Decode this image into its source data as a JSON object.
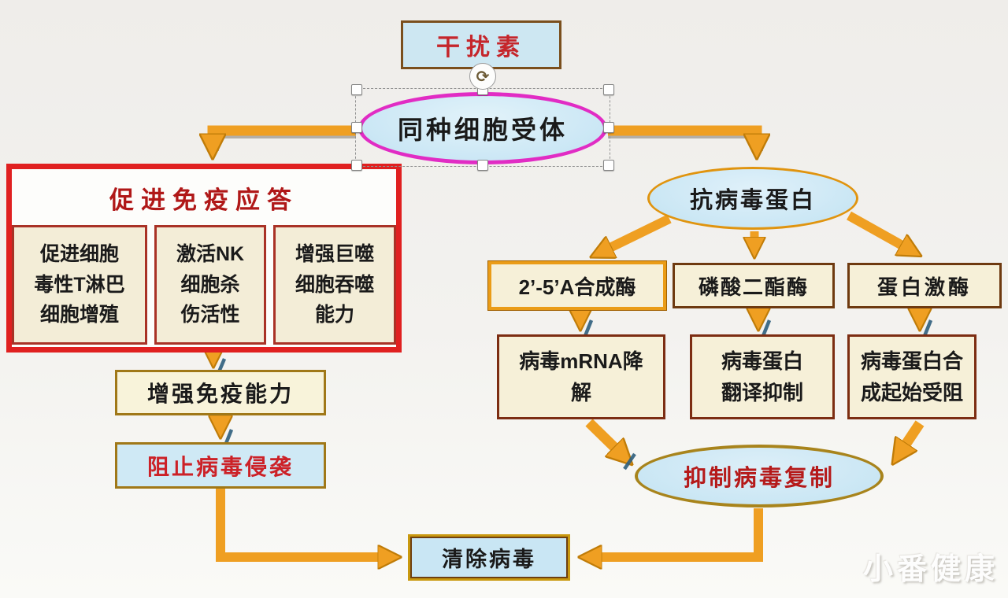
{
  "watermark": "小番健康",
  "flow": {
    "interferon": "干扰素",
    "receptor": "同种细胞受体",
    "immune": {
      "title": "促进免疫应答",
      "items": [
        "促进细胞\n毒性T淋巴\n细胞增殖",
        "激活NK\n细胞杀\n伤活性",
        "增强巨噬\n细胞吞噬\n能力"
      ]
    },
    "enhance": "增强免疫能力",
    "block": "阻止病毒侵袭",
    "clear": "清除病毒",
    "antiviral": "抗病毒蛋白",
    "enzymes": [
      "2’-5’A合成酶",
      "磷酸二酯酶",
      "蛋白激酶"
    ],
    "effects": [
      "病毒mRNA降\n解",
      "病毒蛋白\n翻译抑制",
      "病毒蛋白合\n成起始受阻"
    ],
    "inhibit": "抑制病毒复制"
  },
  "editor": {
    "rotate_glyph": "⟳"
  },
  "colors": {
    "arrow": "#ef9f22",
    "arrow_accent": "#2e5f7d",
    "magenta_border": "#e12cc4",
    "red_panel_border": "#e02020",
    "cream_fill": "#f6f0d8",
    "light_blue_fill": "#cbe7f5",
    "dark_red_text": "#b51a1a"
  }
}
